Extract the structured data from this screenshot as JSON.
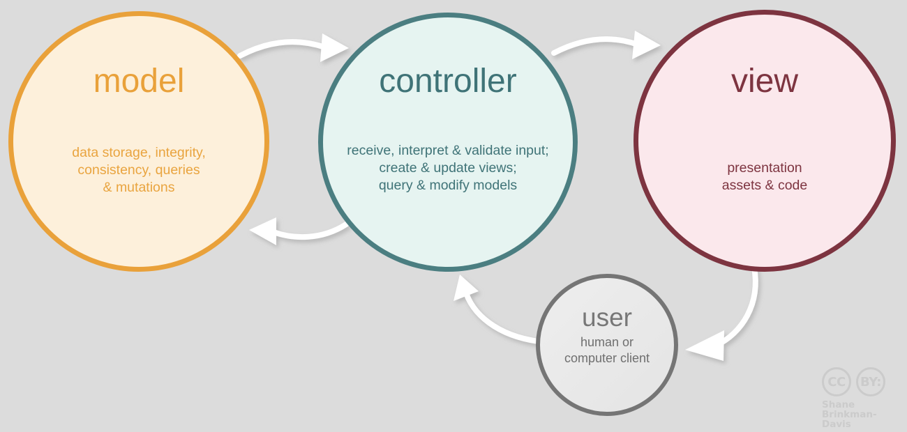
{
  "diagram": {
    "background_color": "#dcdcdc",
    "arrow_color": "#ffffff",
    "nodes": [
      {
        "id": "model",
        "title": "model",
        "body": "data storage, integrity,\nconsistency, queries\n& mutations",
        "border_color": "#e9a13a",
        "fill_color": "#fdf0db",
        "text_color": "#e9a43f"
      },
      {
        "id": "controller",
        "title": "controller",
        "body": "receive, interpret & validate input;\ncreate & update views;\nquery & modify models",
        "border_color": "#4b7e81",
        "fill_color": "#e6f4f1",
        "text_color": "#3f7377"
      },
      {
        "id": "view",
        "title": "view",
        "body": "presentation\nassets & code",
        "border_color": "#7d3440",
        "fill_color": "#fbe8ec",
        "text_color": "#7d3440"
      },
      {
        "id": "user",
        "title": "user",
        "body": "human or\ncomputer client",
        "border_color": "#757575",
        "fill_color": "#eaeaea",
        "text_color": "#6f6f6f"
      }
    ],
    "arrows": [
      {
        "id": "model-to-controller",
        "from": "model",
        "to": "controller"
      },
      {
        "id": "controller-to-model",
        "from": "controller",
        "to": "model"
      },
      {
        "id": "controller-to-view",
        "from": "controller",
        "to": "view"
      },
      {
        "id": "view-to-user",
        "from": "view",
        "to": "user"
      },
      {
        "id": "user-to-controller",
        "from": "user",
        "to": "controller"
      }
    ]
  },
  "license": {
    "cc_label": "CC",
    "by_label": "BY:",
    "attribution_line1": "Shane",
    "attribution_line2": "Brinkman-Davis",
    "color": "#cbcbcb"
  }
}
